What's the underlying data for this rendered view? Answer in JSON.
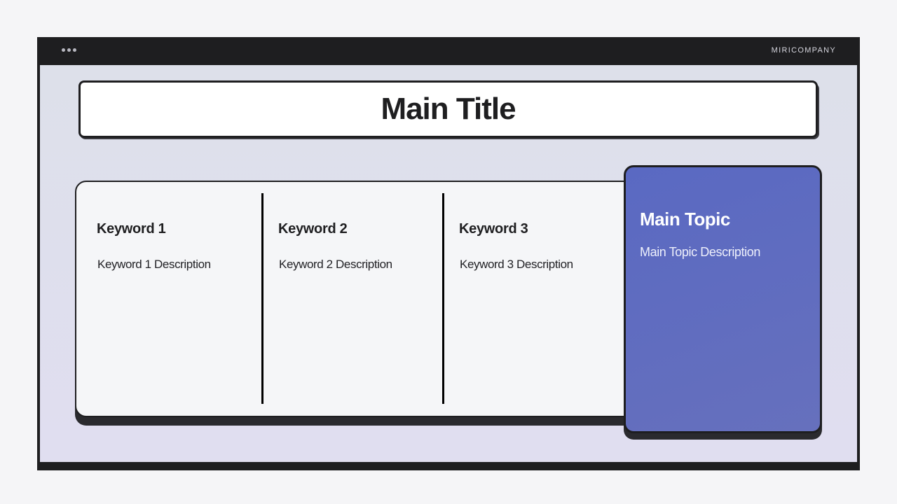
{
  "header": {
    "brand": "MIRICOMPANY"
  },
  "slide": {
    "title": "Main Title",
    "keywords": [
      {
        "title": "Keyword 1",
        "description": "Keyword 1 Description"
      },
      {
        "title": "Keyword 2",
        "description": "Keyword 2 Description"
      },
      {
        "title": "Keyword 3",
        "description": "Keyword 3 Description"
      }
    ],
    "main_topic": {
      "title": "Main Topic",
      "description": "Main Topic Description"
    }
  },
  "colors": {
    "accent": "#5a69c2",
    "frame": "#1e1e20",
    "background": "#dde0ea"
  }
}
